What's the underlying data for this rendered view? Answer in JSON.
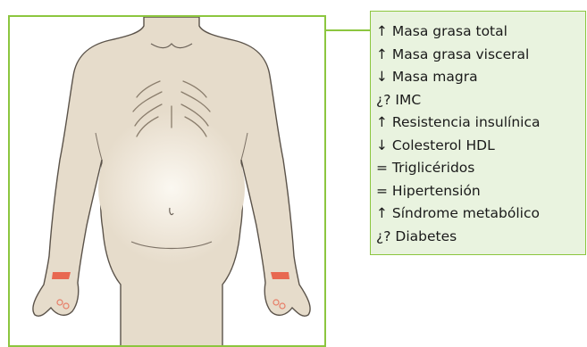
{
  "colors": {
    "frame_border": "#8cc63f",
    "box_background": "#e9f3df",
    "skin": "#e6dccb",
    "outline": "#5b534a",
    "highlight": "#e8543c"
  },
  "figure": {
    "icon": "human-torso-illustration"
  },
  "info_box": {
    "items": [
      "↑ Masa grasa total",
      "↑ Masa grasa visceral",
      "↓ Masa magra",
      "¿? IMC",
      "↑ Resistencia insulínica",
      "↓ Colesterol HDL",
      "= Triglicéridos",
      "= Hipertensión",
      "↑ Síndrome metabólico",
      "¿? Diabetes"
    ]
  }
}
